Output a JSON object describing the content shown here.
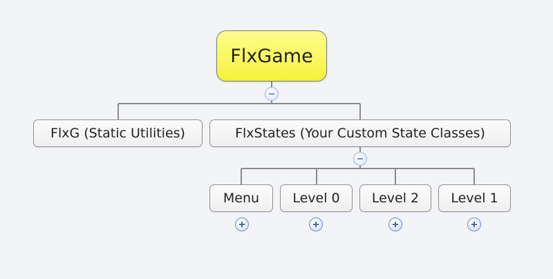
{
  "colors": {
    "background": "#f3f4f8",
    "root_fill": "#f8f45a",
    "node_fill": "#f5f5f5",
    "node_border": "#8e8e8e",
    "connector": "#8a8a8a",
    "toggle_accent": "#4d64a0"
  },
  "root": {
    "label": "FlxGame",
    "toggle_icon": "collapse-minus-icon"
  },
  "branches": [
    {
      "label": "FlxG (Static Utilities)"
    },
    {
      "label": "FlxStates (Your Custom State Classes)",
      "toggle_icon": "collapse-minus-icon",
      "children": [
        {
          "label": "Menu",
          "toggle_icon": "expand-plus-icon"
        },
        {
          "label": "Level 0",
          "toggle_icon": "expand-plus-icon"
        },
        {
          "label": "Level 2",
          "toggle_icon": "expand-plus-icon"
        },
        {
          "label": "Level 1",
          "toggle_icon": "expand-plus-icon"
        }
      ]
    }
  ]
}
